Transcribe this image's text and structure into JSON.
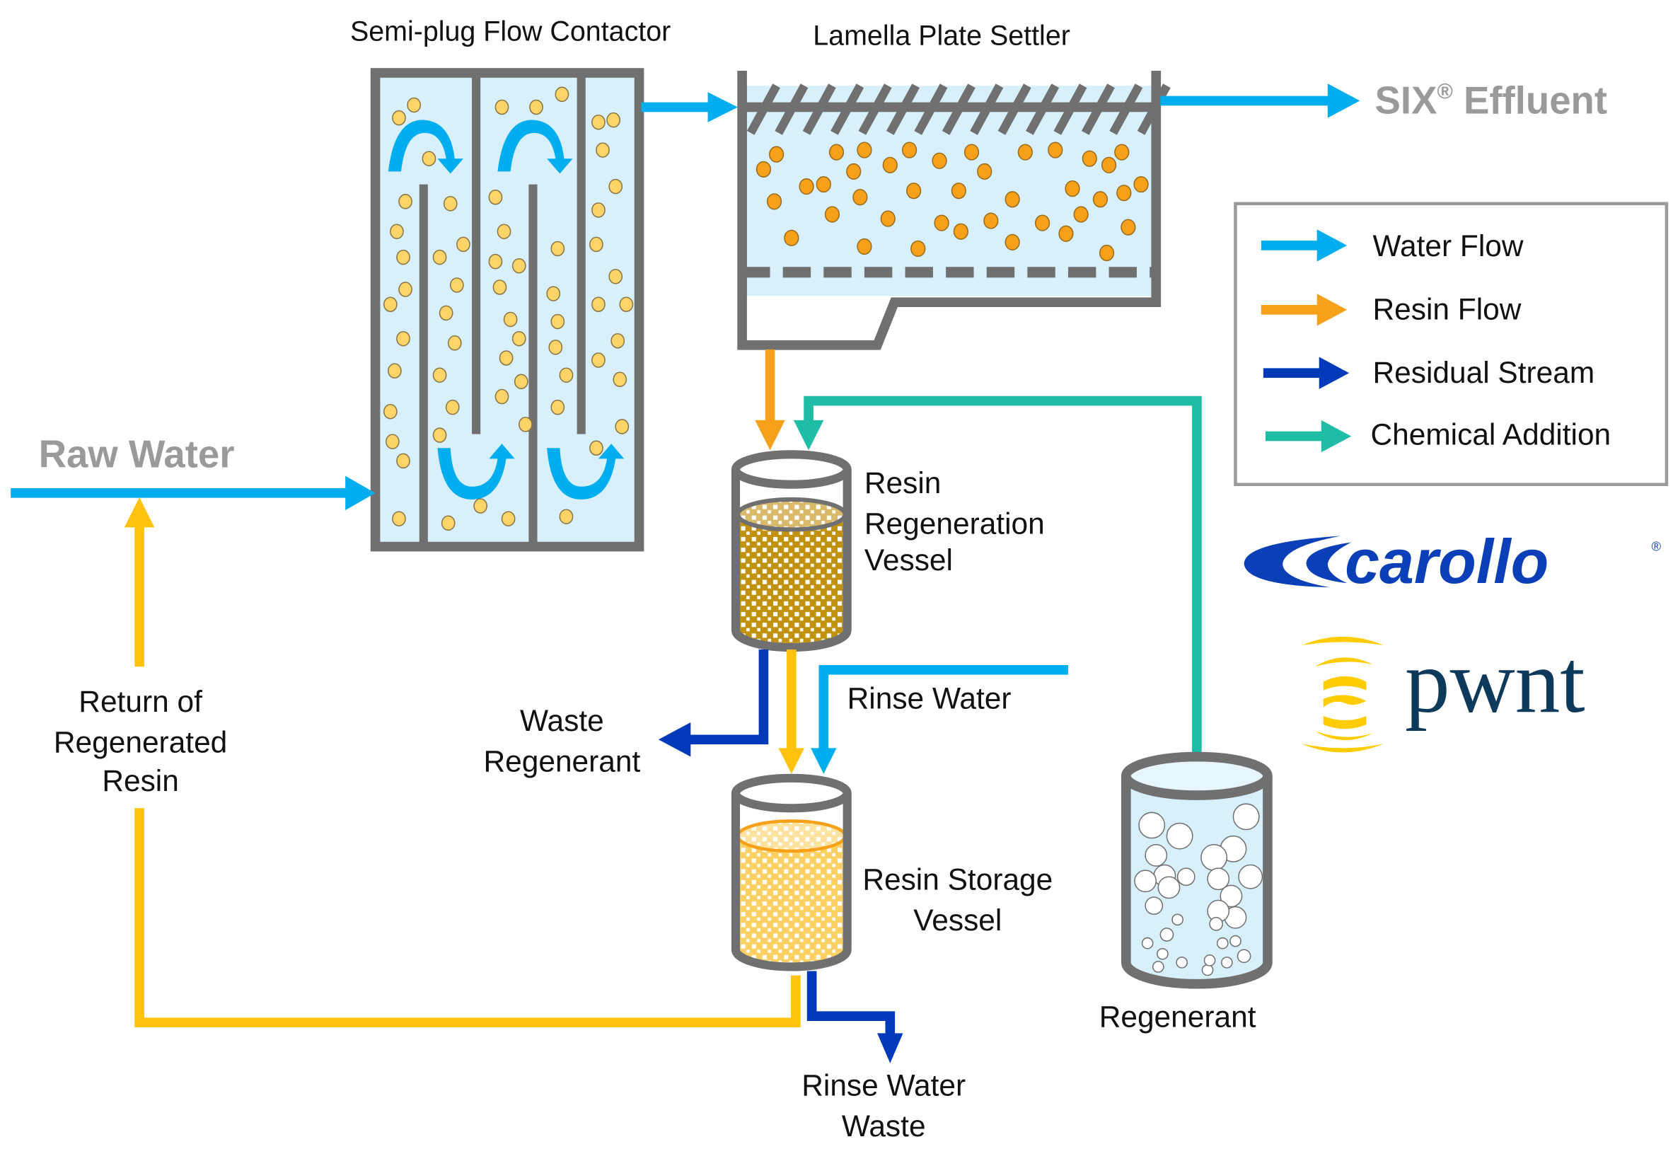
{
  "diagram": {
    "title_contactor": "Semi-plug Flow Contactor",
    "title_settler": "Lamella Plate Settler",
    "effluent": {
      "main": "SIX",
      "reg": "®",
      "rest": " Effluent"
    },
    "raw_water": "Raw Water",
    "regen_vessel": [
      "Resin",
      "Regeneration",
      "Vessel"
    ],
    "storage_vessel": [
      "Resin Storage",
      "Vessel"
    ],
    "waste_regenerant": [
      "Waste",
      "Regenerant"
    ],
    "rinse_water": "Rinse Water",
    "rinse_water_waste": [
      "Rinse Water",
      "Waste"
    ],
    "regenerant": "Regenerant",
    "return_resin": [
      "Return of",
      "Regenerated",
      "Resin"
    ]
  },
  "legend": {
    "items": [
      {
        "label": "Water Flow",
        "color": "#00aeef",
        "icon": "arrow-right-icon"
      },
      {
        "label": "Resin Flow",
        "color": "#f7a11a",
        "icon": "arrow-right-icon"
      },
      {
        "label": "Residual Stream",
        "color": "#003ab8",
        "icon": "arrow-right-icon"
      },
      {
        "label": "Chemical Addition",
        "color": "#1fbca6",
        "icon": "arrow-right-icon"
      }
    ]
  },
  "logos": {
    "carollo": "carollo",
    "carollo_reg": "®",
    "pwnt": "pwnt"
  },
  "colors": {
    "water": "#00aeef",
    "resin": "#f7a11a",
    "resin_return": "#ffc20e",
    "residual": "#003ab8",
    "chemical": "#1fbca6",
    "wall": "#707070",
    "water_fill": "#d8f0fb",
    "carollo_blue": "#0a3fb8",
    "pwnt_navy": "#0d3a5a",
    "pwnt_yellow": "#ffcc00"
  }
}
